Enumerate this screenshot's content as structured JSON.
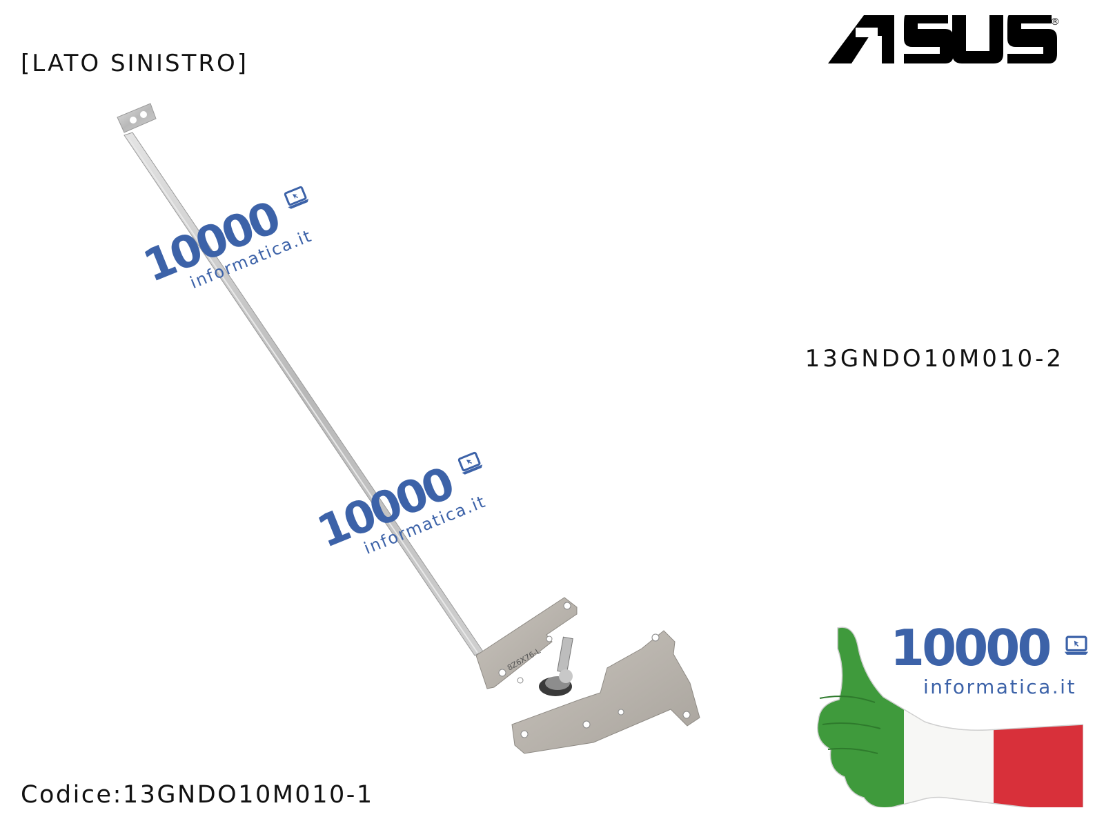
{
  "header": {
    "side_label": "[LATO SINISTRO]",
    "brand_logo": "ASUS",
    "brand_registered": "®"
  },
  "product": {
    "part_number_alt": "13GNDO10M010-2",
    "code_line": "Codice:13GNDO10M010-1",
    "description": "laptop LCD hinge bracket (left side)",
    "engraving": "8Z6X76-L"
  },
  "watermark": {
    "number": "10000",
    "domain": "informatica.it",
    "icon": "laptop-cursor-icon",
    "color": "#3c62a8"
  },
  "badge": {
    "number": "10000",
    "domain": "informatica.it",
    "icon": "laptop-cursor-icon",
    "image": "thumbs-up-italian-flag",
    "flag_colors": [
      "#3f9a3c",
      "#ffffff",
      "#d8303a"
    ]
  }
}
